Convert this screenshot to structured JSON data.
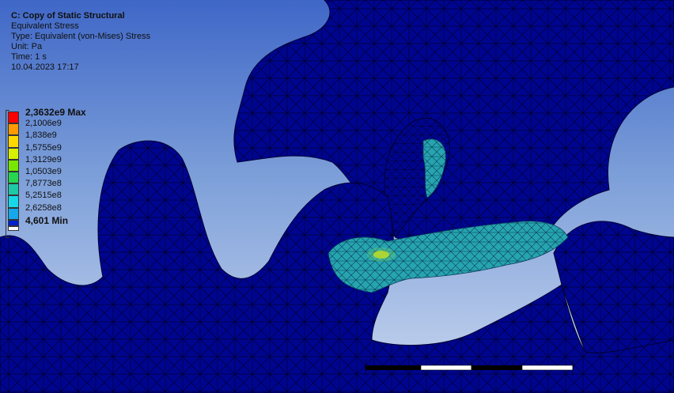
{
  "analysis": {
    "title": "C: Copy of Static Structural",
    "result": "Equivalent Stress",
    "type": "Type: Equivalent (von-Mises) Stress",
    "unit": "Unit: Pa",
    "time": "Time: 1 s",
    "date": "10.04.2023 17:17"
  },
  "legend": {
    "entries": [
      {
        "label": "2,3632e9 Max",
        "color": "#ff0000"
      },
      {
        "label": "2,1006e9",
        "color": "#ff9a00"
      },
      {
        "label": "1,838e9",
        "color": "#ffd700"
      },
      {
        "label": "1,5755e9",
        "color": "#d6f000"
      },
      {
        "label": "1,3129e9",
        "color": "#79e800"
      },
      {
        "label": "1,0503e9",
        "color": "#27d64f"
      },
      {
        "label": "7,8773e8",
        "color": "#1dc9a6"
      },
      {
        "label": "5,2515e8",
        "color": "#17d8e6"
      },
      {
        "label": "2,6258e8",
        "color": "#16a8ea"
      },
      {
        "label": "4,601 Min",
        "color": "#0022cc"
      }
    ]
  },
  "colors": {
    "mesh_fill": "#00008b",
    "mesh_line": "#000033",
    "hot_zone": "#20a8a8",
    "peak": "#f2e600"
  }
}
